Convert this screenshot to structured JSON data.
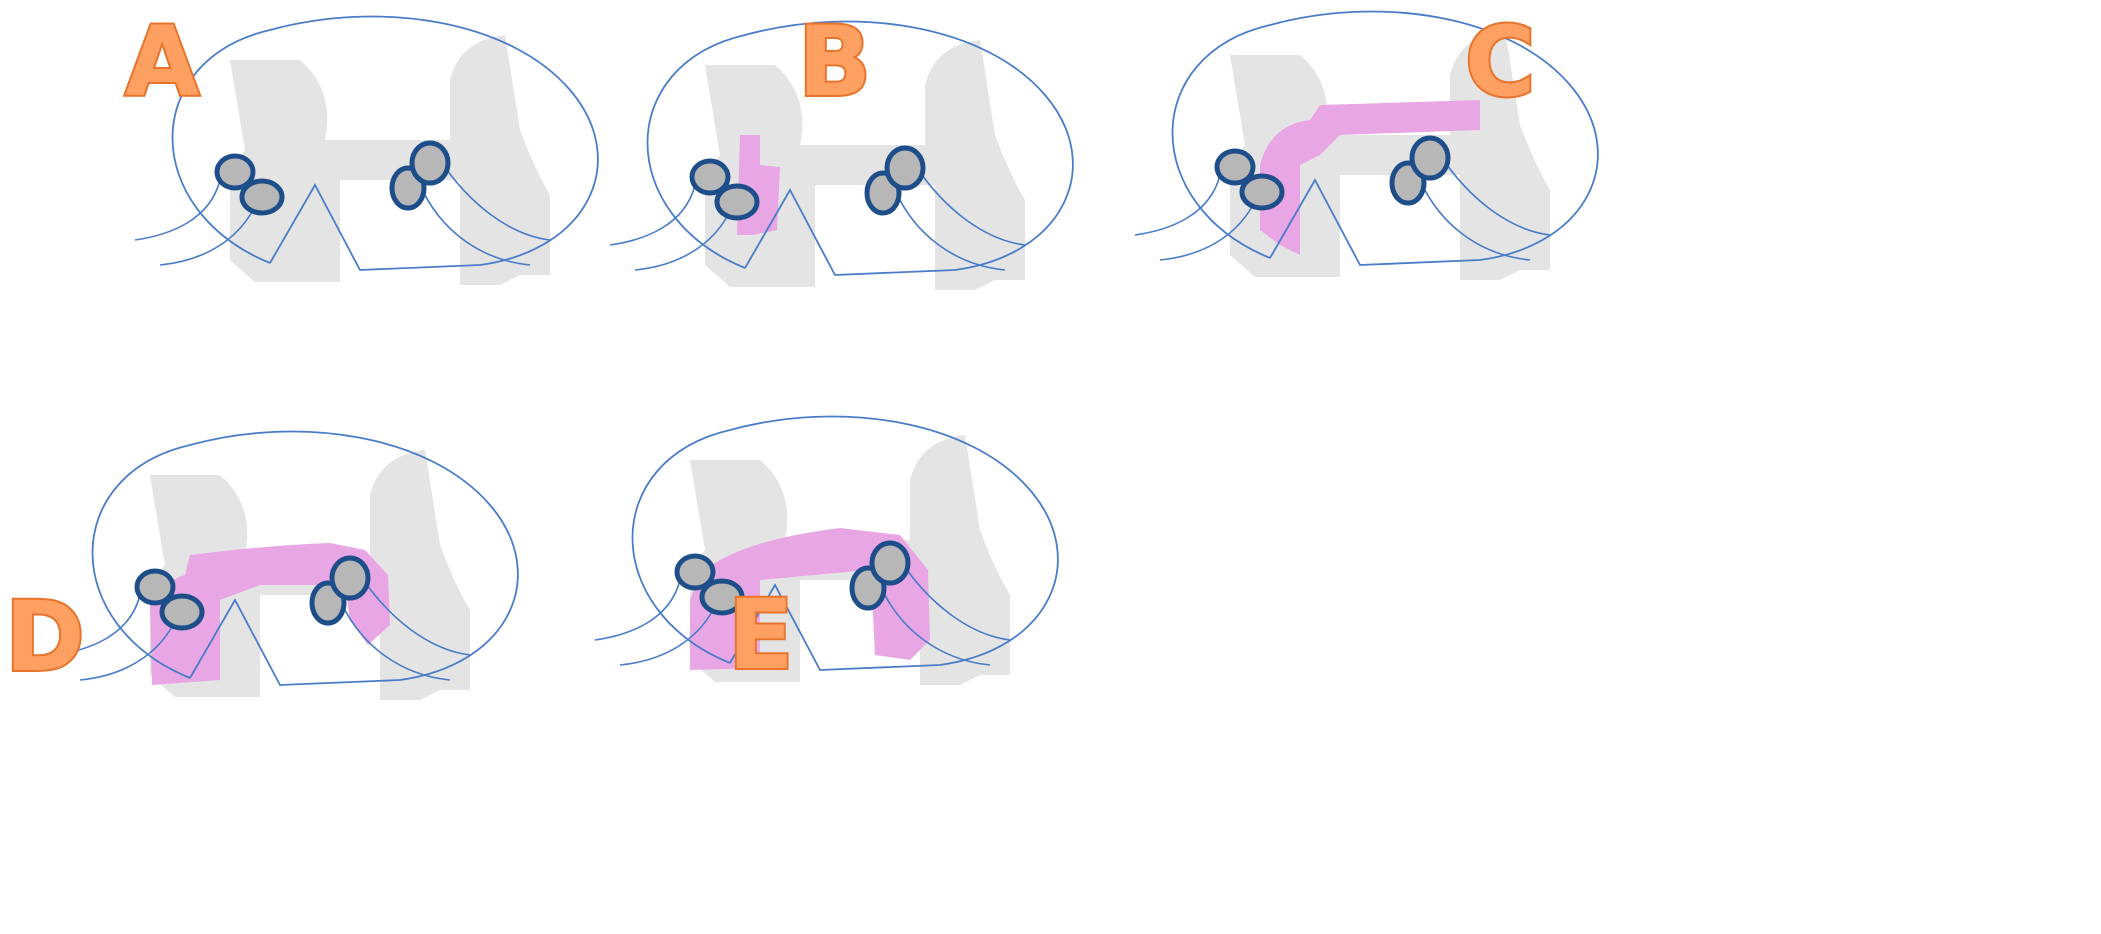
{
  "colors": {
    "outline": "#4a7cc8",
    "gray_matter": "#e4e4e4",
    "spread": "#e9a6e5",
    "ganglion_fill": "#b7b7b7",
    "ganglion_stroke": "#1e4e8a",
    "label_fill": "#ffa063",
    "label_stroke": "#e8742c"
  },
  "panels": [
    {
      "label": "A",
      "spread_level": 0
    },
    {
      "label": "B",
      "spread_level": 1
    },
    {
      "label": "C",
      "spread_level": 2
    },
    {
      "label": "D",
      "spread_level": 3
    },
    {
      "label": "E",
      "spread_level": 4
    }
  ]
}
